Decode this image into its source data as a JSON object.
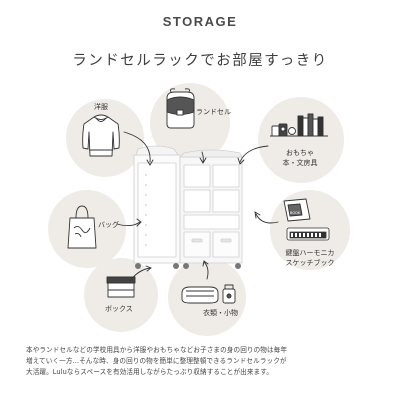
{
  "header": {
    "title": "STORAGE",
    "subtitle": "ランドセルラックでお部屋すっきり"
  },
  "labels": {
    "clothes": "洋服",
    "randoseru": "ランドセル",
    "toys_line1": "おもちゃ",
    "toys_line2": "本・文房具",
    "bag": "バッグ",
    "harmonica_line1": "鍵盤ハーモニカ",
    "harmonica_line2": "スケッチブック",
    "box": "ボックス",
    "small_items": "衣類・小物"
  },
  "book_text": "BOOK",
  "caption": {
    "line1": "本やランドセルなどの学校用具から洋服やおもちゃなどお子さまの身の回りの物は毎年",
    "line2": "増えていく一方…そんな時、身の回りの物を簡単に整理整頓できるランドセルラックが",
    "line3": "大活躍。Luluならスペースを有効活用しながらたっぷり収納することが出来ます。"
  },
  "colors": {
    "bubble": "#efece7",
    "rack": "#ffffff",
    "rack_edge": "#d8d8d8",
    "line": "#333333"
  }
}
